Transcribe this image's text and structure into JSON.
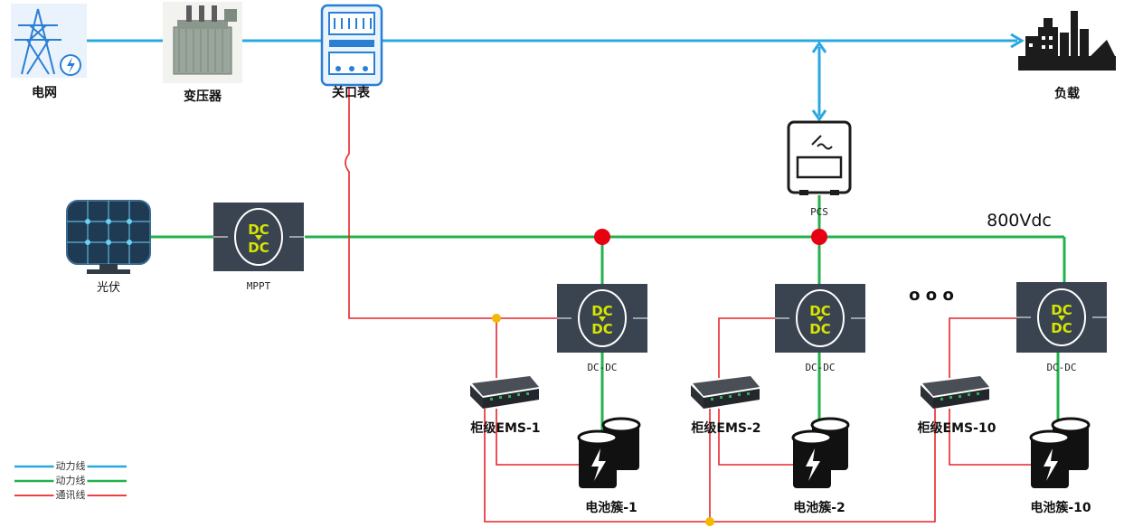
{
  "labels": {
    "grid": "电网",
    "transformer": "变压器",
    "meter": "关口表",
    "load": "负载",
    "pcs": "PCS",
    "voltage": "800Vdc",
    "pv": "光伏",
    "mppt": "MPPT",
    "dcdc_unit": "DC-DC",
    "dc_logo_top": "DC",
    "dc_logo_bottom": "DC",
    "ellipsis": "o   o   o"
  },
  "branches": [
    {
      "ems": "柜级EMS-1",
      "dcdc": "DC-DC",
      "battery": "电池簇-1"
    },
    {
      "ems": "柜级EMS-2",
      "dcdc": "DC-DC",
      "battery": "电池簇-2"
    },
    {
      "ems": "柜级EMS-10",
      "dcdc": "DC-DC",
      "battery": "电池簇-10"
    }
  ],
  "legend": [
    {
      "label": "动力线",
      "color": "#29a8e0"
    },
    {
      "label": "动力线",
      "color": "#22b14c"
    },
    {
      "label": "通讯线",
      "color": "#e8252a"
    }
  ],
  "colors": {
    "ac_line": "#29a8e0",
    "dc_line": "#22b14c",
    "comm_line": "#e8252a",
    "junction_power": "#e60012",
    "junction_comm": "#f5b800",
    "unit_fill": "#3a4350"
  }
}
